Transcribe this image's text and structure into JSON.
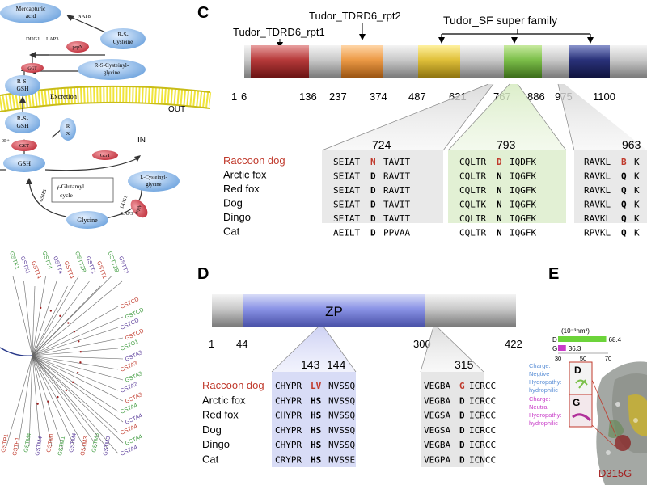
{
  "panel_c": {
    "label": "C",
    "domain_labels": {
      "rpt1": "Tudor_TDRD6_rpt1",
      "rpt2": "Tudor_TDRD6_rpt2",
      "sf": "Tudor_SF super family"
    },
    "ticks": [
      "1",
      "6",
      "136",
      "237",
      "374",
      "487",
      "621",
      "767",
      "886",
      "975",
      "1100"
    ],
    "positions": [
      "724",
      "793",
      "963"
    ],
    "species": [
      "Raccoon dog",
      "Arctic fox",
      "Red fox",
      "Dog",
      "Dingo",
      "Cat"
    ],
    "box1": [
      {
        "pre": "SEIAT",
        "mut": "N",
        "post": "TAVIT"
      },
      {
        "pre": "SEIAT",
        "mut": "D",
        "post": "RAVIT"
      },
      {
        "pre": "SEIAT",
        "mut": "D",
        "post": "RAVIT"
      },
      {
        "pre": "SEIAT",
        "mut": "D",
        "post": "TAVIT"
      },
      {
        "pre": "SEIAT",
        "mut": "D",
        "post": "TAVIT"
      },
      {
        "pre": "AEILT",
        "mut": "D",
        "post": "PPVAA"
      }
    ],
    "box2": [
      {
        "pre": "CQLTR",
        "mut": "D",
        "post": "IQDFK"
      },
      {
        "pre": "CQLTR",
        "mut": "N",
        "post": "IQGFK"
      },
      {
        "pre": "CQLTR",
        "mut": "N",
        "post": "IQGFK"
      },
      {
        "pre": "CQLTK",
        "mut": "N",
        "post": "IQGFK"
      },
      {
        "pre": "CQLTR",
        "mut": "N",
        "post": "IQGFK"
      },
      {
        "pre": "CQLTR",
        "mut": "N",
        "post": "IQGFK"
      }
    ],
    "box3": [
      {
        "pre": "RAVKL",
        "mut": "B",
        "post": "K"
      },
      {
        "pre": "RAVKL",
        "mut": "Q",
        "post": "K"
      },
      {
        "pre": "RAVKL",
        "mut": "Q",
        "post": "K"
      },
      {
        "pre": "RAVKL",
        "mut": "Q",
        "post": "K"
      },
      {
        "pre": "RAVKL",
        "mut": "Q",
        "post": "K"
      },
      {
        "pre": "RPVKL",
        "mut": "Q",
        "post": "K"
      }
    ]
  },
  "panel_d": {
    "label": "D",
    "domain_label": "ZP",
    "ticks": [
      "1",
      "44",
      "300",
      "422"
    ],
    "positions": [
      "143",
      "144",
      "315"
    ],
    "species": [
      "Raccoon dog",
      "Arctic fox",
      "Red fox",
      "Dog",
      "Dingo",
      "Cat"
    ],
    "box1": [
      {
        "pre": "CHYPR",
        "mut": "LV",
        "post": "NVSSQ"
      },
      {
        "pre": "CHYPR",
        "mut": "HS",
        "post": "NVSSQ"
      },
      {
        "pre": "CHYPR",
        "mut": "HS",
        "post": "NVSSQ"
      },
      {
        "pre": "CHYPR",
        "mut": "HS",
        "post": "NVSSQ"
      },
      {
        "pre": "CHYPR",
        "mut": "HS",
        "post": "NVSSQ"
      },
      {
        "pre": "CRYPR",
        "mut": "HS",
        "post": "NVSSE"
      }
    ],
    "box2": [
      {
        "pre": "VEGBA",
        "mut": "G",
        "post": "ICRCC"
      },
      {
        "pre": "VEGBA",
        "mut": "D",
        "post": "ICRCC"
      },
      {
        "pre": "VEGSA",
        "mut": "D",
        "post": "ICRCC"
      },
      {
        "pre": "VEGSA",
        "mut": "D",
        "post": "ICRCC"
      },
      {
        "pre": "VEGBA",
        "mut": "D",
        "post": "ICRCC"
      },
      {
        "pre": "VEGPA",
        "mut": "D",
        "post": "ICNCC"
      }
    ]
  },
  "panel_e": {
    "label": "E",
    "unit": "(10⁻³nm³)",
    "bars": [
      {
        "name": "D",
        "value": 68.4,
        "value_label": "68.4",
        "color": "#6cd43a"
      },
      {
        "name": "G",
        "value": 36.3,
        "value_label": "36.3",
        "color": "#c83cc8"
      }
    ],
    "axis_ticks": [
      "30",
      "50",
      "70"
    ],
    "axis_range": [
      30,
      70
    ],
    "charge_d": [
      "Charge:",
      "Negtive",
      "Hydropathy:",
      "hydrophilic"
    ],
    "charge_g": [
      "Charge:",
      "Neutral",
      "Hydropathy:",
      "hydrophilic"
    ],
    "inset_d": "D",
    "inset_g": "G",
    "mutation_label": "D315G"
  },
  "left_panel": {
    "nodes": {
      "mercapturic": [
        "Mercapturic",
        "acid"
      ],
      "nat8": "NAT8",
      "dug1": "DUG1",
      "lap3": "LAP3",
      "rs_cysteine": [
        "R-S-",
        "Cysteine"
      ],
      "rs_cysgly": [
        "R-S-Cysteinyl-",
        "glycine"
      ],
      "ggt": "GGT",
      "pepn": "pepN",
      "rs_gsh1": [
        "R-S-",
        "GSH"
      ],
      "excretion": "Excretion",
      "out": "OUT",
      "in": "IN",
      "rs_gsh2": [
        "R-S-",
        "GSH"
      ],
      "rx": [
        "R",
        "X"
      ],
      "gst": "GST",
      "gsh": "GSH",
      "ggt2": "GGT",
      "lcysgly": [
        "L-Cysteinyl-",
        "glycine"
      ],
      "cycle": [
        "γ-Glutamyl",
        "cycle"
      ],
      "gshb": "GSHB",
      "dug1b": "DUG1",
      "lap3b": "LAP3",
      "pepn2": "pepN",
      "glycine": "Glycine",
      "op": "0P+"
    },
    "tree_labels_top": [
      "GSTK1",
      "GSTK1",
      "GSTT4",
      "GSTT4",
      "GSTT4",
      "GSTT4",
      "GSTT2B",
      "GSTT1",
      "GSTT1",
      "GSTT2B",
      "GSTT2"
    ],
    "tree_labels_right": [
      "GSTCD",
      "GSTCD",
      "GSTCD",
      "GSTCD",
      "GSTO1",
      "GSTA3",
      "GSTA3",
      "GSTA3",
      "GSTA2",
      "GSTA3",
      "GSTA4",
      "GSTA4",
      "GSTA4",
      "GSTA4",
      "GSTA4"
    ],
    "tree_labels_bottom": [
      "GSTP1",
      "GSTP1",
      "GSTM4",
      "GSTM4",
      "GSTM1",
      "GSTM1",
      "GSTM4",
      "GSTM3",
      "GSTM3",
      "GSTM3"
    ],
    "colors": {
      "red": "#c0392b",
      "green": "#3c9a3c",
      "purple": "#5a3c9a"
    }
  }
}
